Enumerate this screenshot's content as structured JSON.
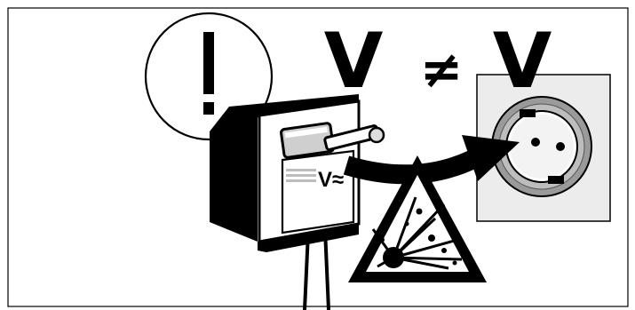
{
  "illustration": {
    "left_voltage": "V",
    "not_equal_sign": "≠",
    "right_voltage": "V",
    "adapter_rating_label": "V≈"
  },
  "icons": {
    "warning": "exclamation-circle-icon",
    "hazard": "explosion-warning-triangle-icon",
    "adapter": "power-adapter-icon",
    "plug": "plug-icon",
    "socket": "wall-socket-icon",
    "arrow": "curved-arrow-icon"
  },
  "colors": {
    "ink": "#000000",
    "paper": "#ffffff",
    "socket_face": "#ececec",
    "socket_ring": "#9a9a9a",
    "plug_gray": "#cfcfcf",
    "label_stripe": "#bdbdbd"
  }
}
